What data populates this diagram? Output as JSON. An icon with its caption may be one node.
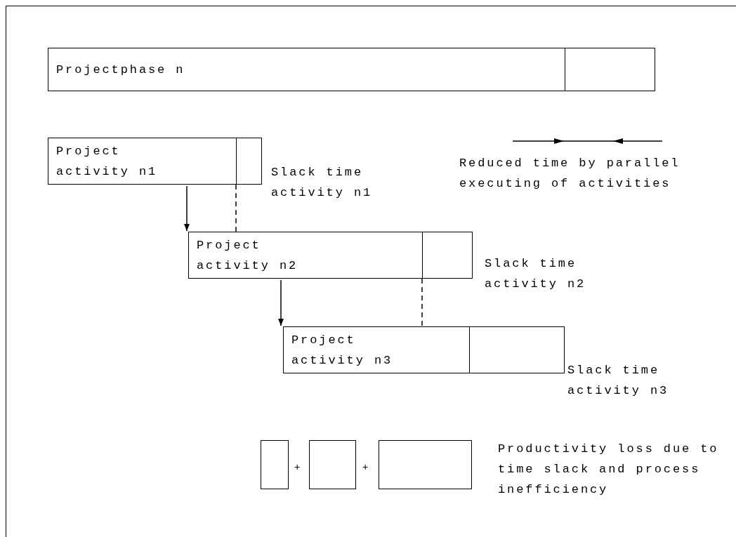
{
  "diagram": {
    "nodes": [
      {
        "text": [
          "Projectphase n"
        ]
      },
      {
        "text": [],
        "shape": "box"
      },
      {
        "text": [
          "Project activity n1"
        ]
      },
      {
        "text": [],
        "shape": "box",
        "beside": [
          "Slack time activity n1"
        ]
      },
      {
        "text": [
          "Project activity n2"
        ]
      },
      {
        "text": [],
        "shape": "box",
        "beside": [
          "Slack time activity n2"
        ]
      },
      {
        "text": [
          "Project activity n3"
        ]
      },
      {
        "text": [],
        "shape": "box",
        "beside": [
          "Slack time activity n3"
        ]
      },
      {
        "text": [],
        "shape": "box"
      },
      {
        "text": [],
        "shape": "box"
      },
      {
        "text": [],
        "shape": "box"
      }
    ],
    "edges": [
      {
        "from": 2,
        "to": 4,
        "arrow": "to"
      },
      {
        "from": 3,
        "to": 4,
        "arrow": "none",
        "style": "dashed"
      },
      {
        "from": 4,
        "to": 6,
        "arrow": "to"
      },
      {
        "from": 5,
        "to": 6,
        "arrow": "none",
        "style": "dashed"
      }
    ],
    "labels": [
      "Reduced time by parallel executing of activities",
      "+",
      "+",
      "Productivity loss due to time slack and process inefficiency"
    ]
  }
}
